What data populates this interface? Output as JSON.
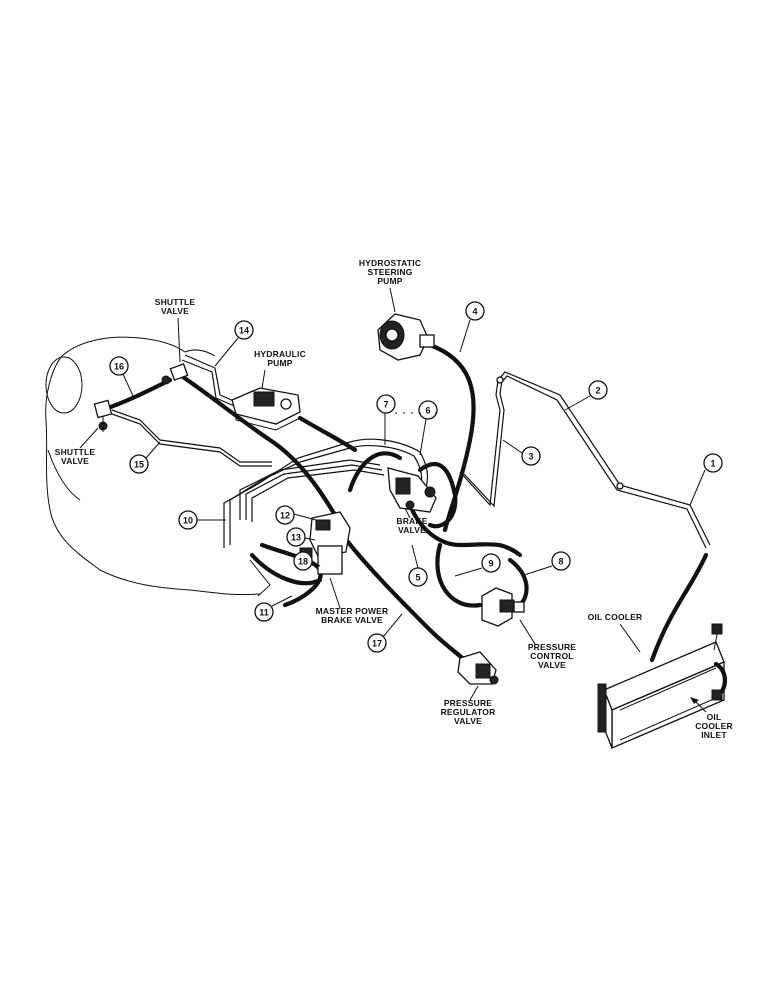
{
  "labels": {
    "hydrostatic_steering_pump": [
      "HYDROSTATIC",
      "STEERING",
      "PUMP"
    ],
    "shuttle_valve_top": [
      "SHUTTLE",
      "VALVE"
    ],
    "shuttle_valve_left": [
      "SHUTTLE",
      "VALVE"
    ],
    "hydraulic_pump": [
      "HYDRAULIC",
      "PUMP"
    ],
    "brake_valve": [
      "BRAKE",
      "VALVE"
    ],
    "master_power_brake_valve": [
      "MASTER POWER",
      "BRAKE VALVE"
    ],
    "pressure_control_valve": [
      "PRESSURE",
      "CONTROL",
      "VALVE"
    ],
    "pressure_regulator_valve": [
      "PRESSURE",
      "REGULATOR",
      "VALVE"
    ],
    "oil_cooler": [
      "OIL COOLER"
    ],
    "oil_cooler_inlet": [
      "OIL",
      "COOLER",
      "INLET"
    ]
  },
  "callouts": {
    "c1": "1",
    "c2": "2",
    "c3": "3",
    "c4": "4",
    "c5": "5",
    "c6": "6",
    "c7": "7",
    "c8": "8",
    "c9": "9",
    "c10": "10",
    "c11": "11",
    "c12": "12",
    "c13": "13",
    "c14": "14",
    "c15": "15",
    "c16": "16",
    "c17": "17",
    "c18": "18"
  }
}
